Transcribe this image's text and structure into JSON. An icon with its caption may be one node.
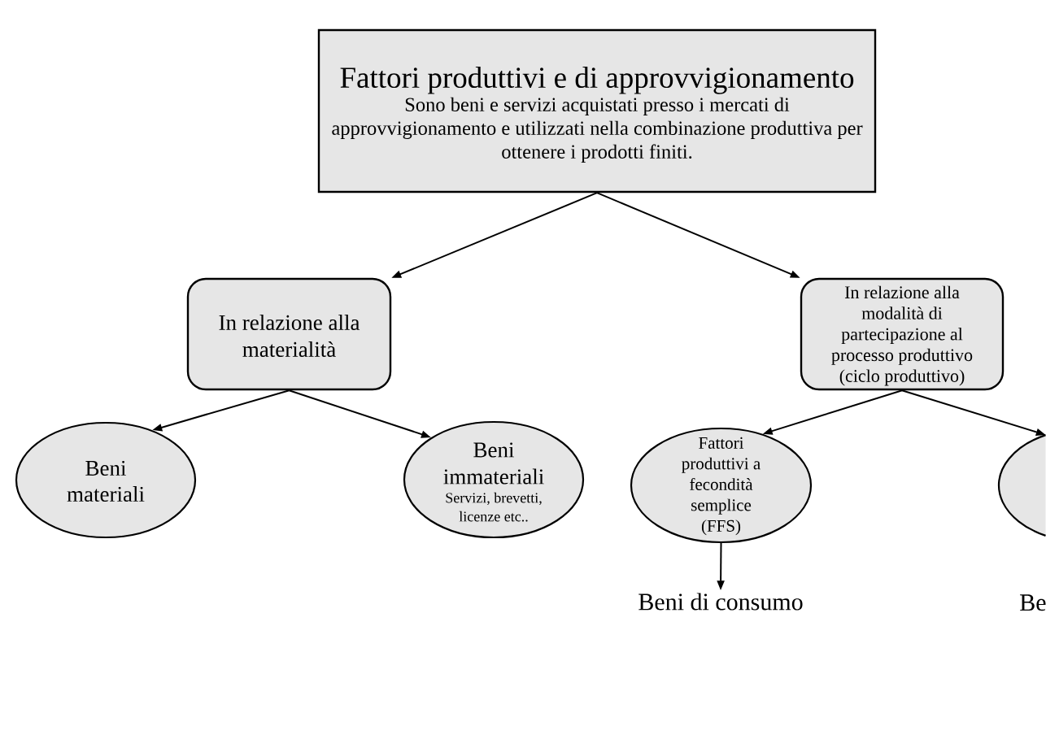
{
  "diagram": {
    "nodes": [
      {
        "text": [
          "Fattori produttivi e di approvvigionamento",
          "Sono beni e servizi acquistati presso i mercati di approvvigionamento e utilizzati nella combinazione produttiva per ottenere i prodotti finiti."
        ]
      },
      {
        "text": [
          "In relazione alla materialità"
        ]
      },
      {
        "text": [
          "In relazione alla modalità di partecipazione al processo produttivo (ciclo produttivo)"
        ]
      },
      {
        "text": [
          "Beni materiali"
        ]
      },
      {
        "text": [
          "Beni immateriali",
          "Servizi, brevetti, licenze etc.."
        ]
      },
      {
        "text": [
          "Fattori produttivi a fecondità semplice (FFS)"
        ]
      },
      {
        "text": [],
        "shape": "ellipse"
      },
      {
        "text": [
          "Beni di consumo"
        ]
      }
    ],
    "edges": [
      {
        "from": 0,
        "to": 1,
        "arrow": "to"
      },
      {
        "from": 0,
        "to": 2,
        "arrow": "to"
      },
      {
        "from": 1,
        "to": 3,
        "arrow": "to"
      },
      {
        "from": 1,
        "to": 4,
        "arrow": "to"
      },
      {
        "from": 2,
        "to": 5,
        "arrow": "to"
      },
      {
        "from": 2,
        "to": 6,
        "arrow": "to"
      },
      {
        "from": 5,
        "to": 7,
        "arrow": "to"
      }
    ],
    "labels": [
      "Be"
    ]
  }
}
